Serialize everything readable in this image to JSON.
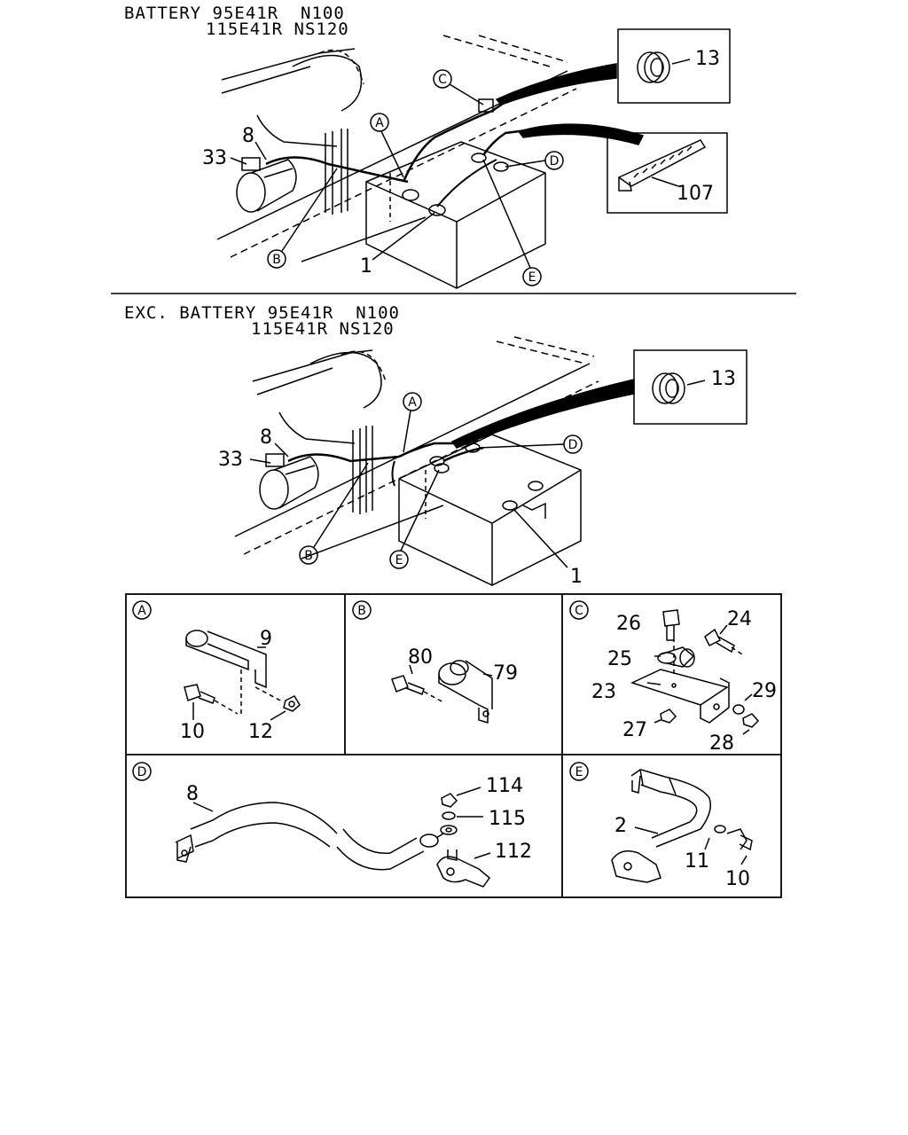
{
  "top_section": {
    "title_line1": "BATTERY 95E41R  N100",
    "title_line2": "115E41R NS120",
    "callouts": [
      "33",
      "8",
      "A",
      "B",
      "C",
      "D",
      "E",
      "1"
    ],
    "inset_grommet": "13",
    "inset_tie": "107"
  },
  "bottom_section": {
    "title_line1": "EXC. BATTERY 95E41R  N100",
    "title_line2": "115E41R NS120",
    "callouts": [
      "33",
      "8",
      "A",
      "B",
      "D",
      "E",
      "1"
    ],
    "inset_grommet": "13"
  },
  "details": {
    "A": {
      "letter": "A",
      "parts": [
        "9",
        "10",
        "12"
      ]
    },
    "B": {
      "letter": "B",
      "parts": [
        "80",
        "79"
      ]
    },
    "C": {
      "letter": "C",
      "parts": [
        "26",
        "24",
        "25",
        "23",
        "29",
        "27",
        "28"
      ]
    },
    "D": {
      "letter": "D",
      "parts": [
        "8",
        "114",
        "115",
        "112"
      ]
    },
    "E": {
      "letter": "E",
      "parts": [
        "2",
        "11",
        "10"
      ]
    }
  }
}
